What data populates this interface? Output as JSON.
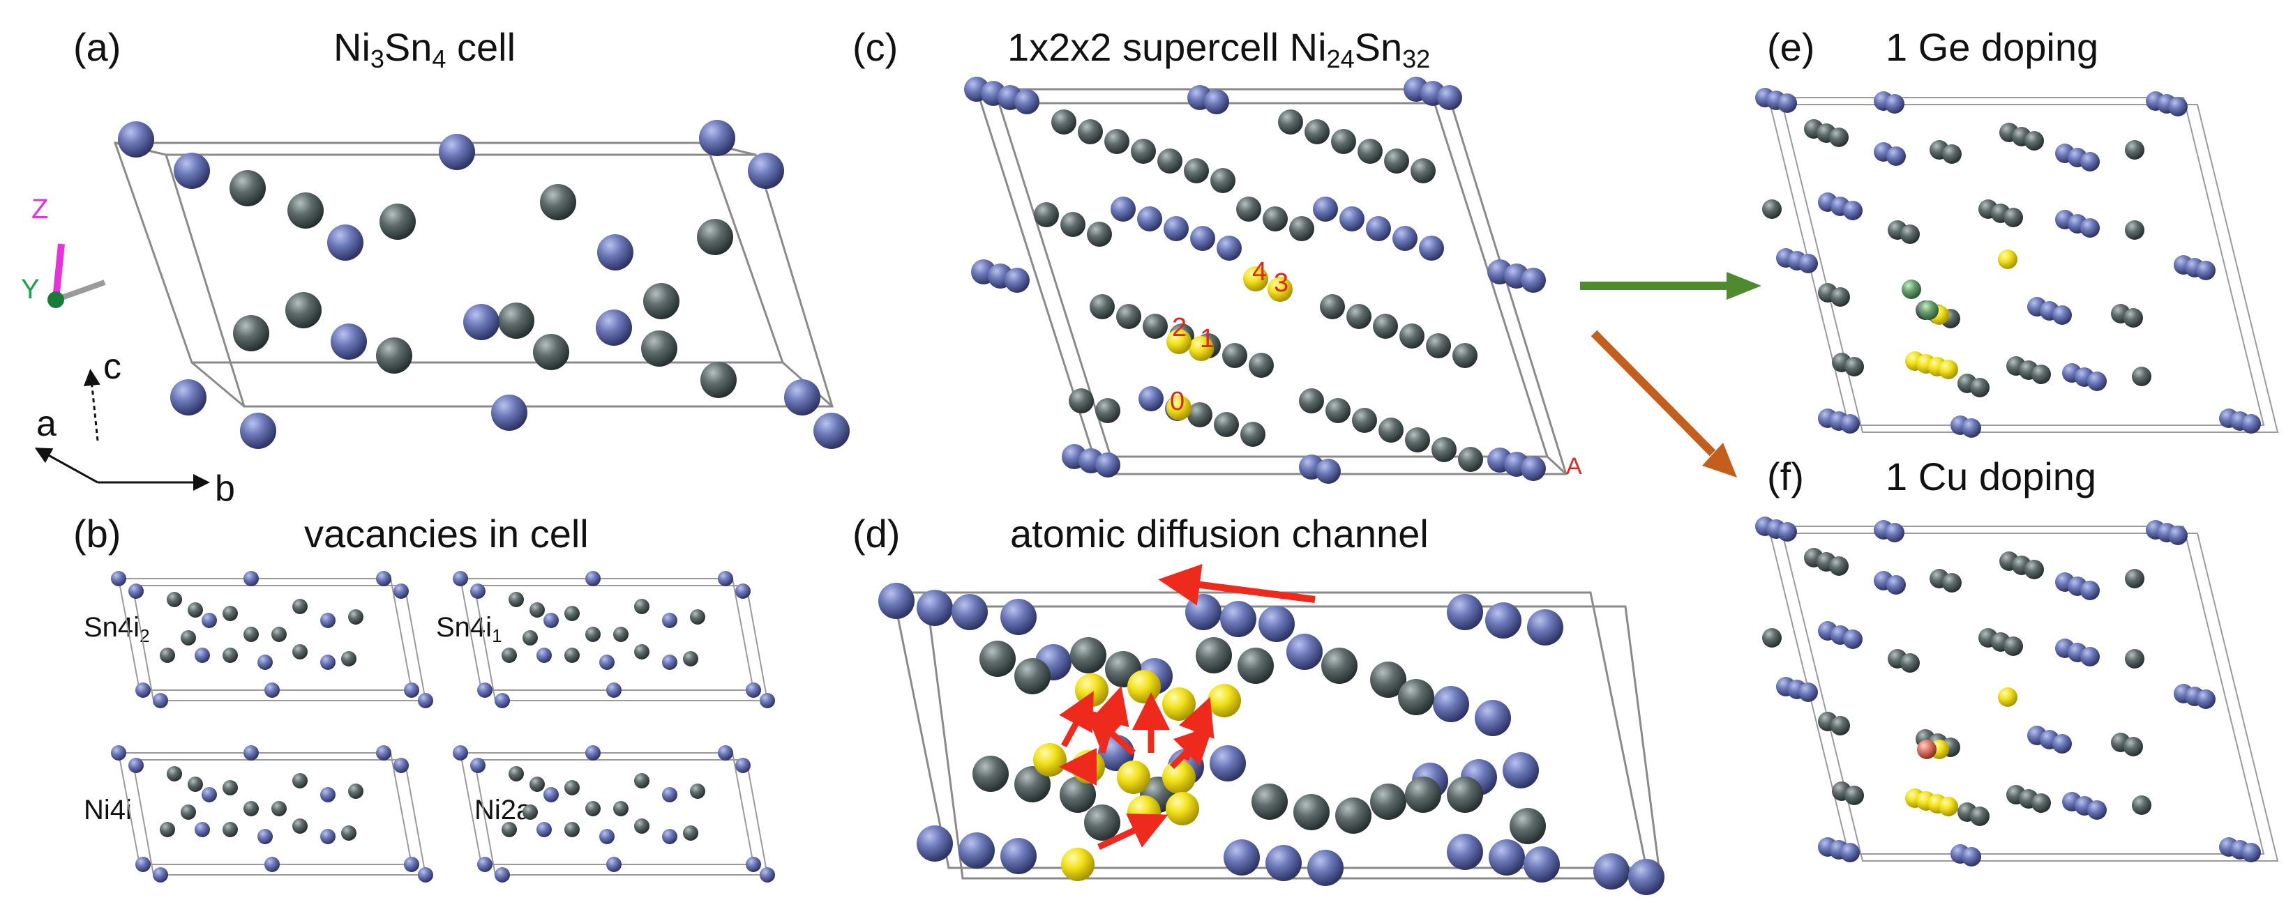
{
  "panels": {
    "a": {
      "label": "(a)",
      "title_main": "Ni",
      "title_s1": "3",
      "title_mid": "Sn",
      "title_s2": "4",
      "title_end": " cell",
      "axis_z": "Z",
      "axis_y": "Y",
      "axis_a": "a",
      "axis_b": "b",
      "axis_c": "c"
    },
    "b": {
      "label": "(b)",
      "title": "vacancies in cell",
      "sub1_main": "Sn4i",
      "sub1_sub": "2",
      "sub2_main": "Sn4i",
      "sub2_sub": "1",
      "sub3": "Ni4i",
      "sub4": "Ni2a"
    },
    "c": {
      "label": "(c)",
      "title_main": "1x2x2 supercell Ni",
      "title_s1": "24",
      "title_mid": "Sn",
      "title_s2": "32",
      "site_labels": [
        "0",
        "1",
        "2",
        "3",
        "4"
      ],
      "corner_label": "A"
    },
    "d": {
      "label": "(d)",
      "title": "atomic diffusion channel"
    },
    "e": {
      "label": "(e)",
      "title": "1 Ge doping"
    },
    "f": {
      "label": "(f)",
      "title": "1 Cu doping"
    }
  },
  "colors": {
    "ni": "#6b78b8",
    "sn": "#5f6b6b",
    "dopant": "#f2e21a",
    "cu": "#e07a6a",
    "arrow_red": "#ee2a1c",
    "arrow_green": "#4f8a2e",
    "arrow_orange": "#c45e1c",
    "axis_z": "#e632d8",
    "axis_y": "#1aa34a"
  }
}
